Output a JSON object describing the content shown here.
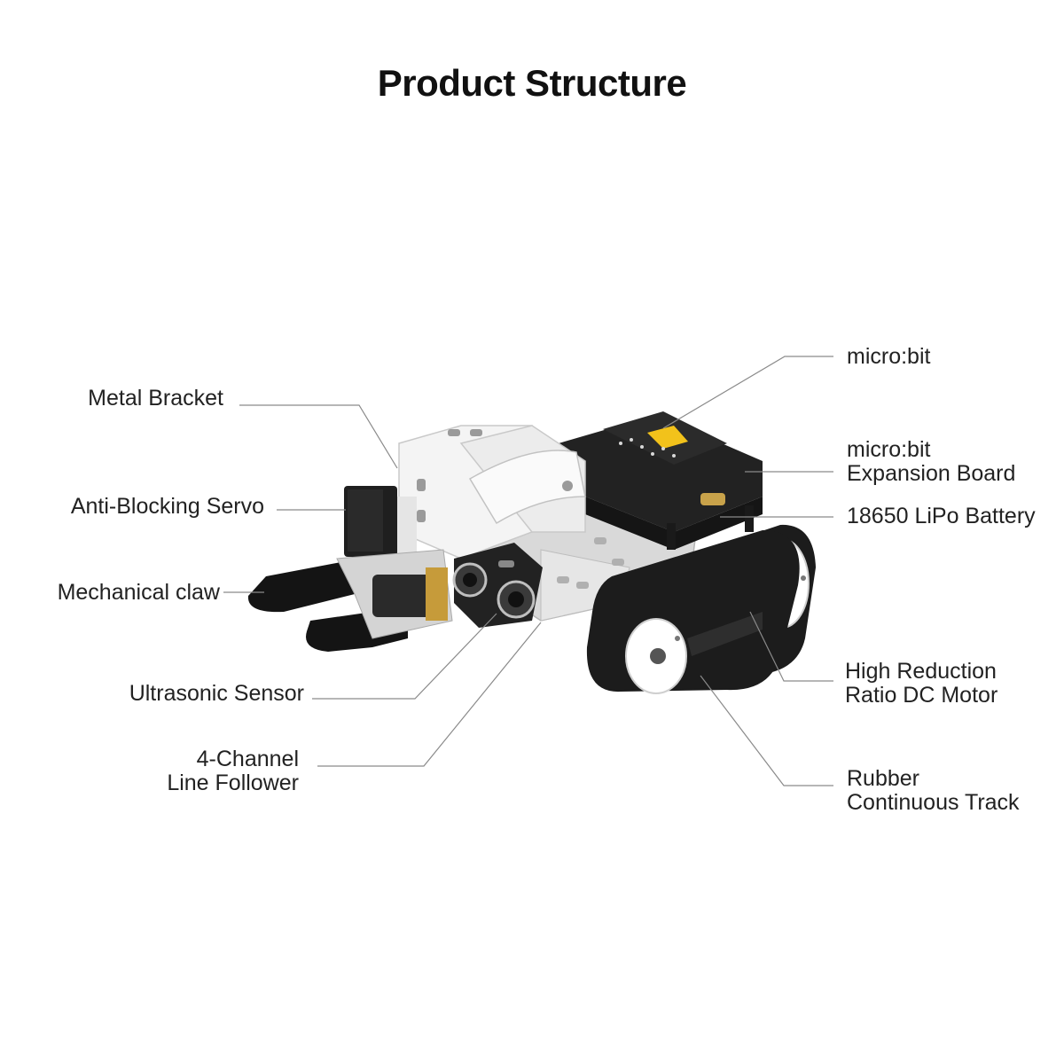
{
  "title": "Product Structure",
  "labels": {
    "metal_bracket": "Metal Bracket",
    "anti_blocking_servo": "Anti-Blocking Servo",
    "mechanical_claw": "Mechanical claw",
    "ultrasonic_sensor": "Ultrasonic Sensor",
    "line_follower": [
      "4-Channel",
      "Line Follower"
    ],
    "microbit": "micro:bit",
    "expansion_board": [
      "micro:bit",
      "Expansion Board"
    ],
    "battery": "18650 LiPo Battery",
    "dc_motor": [
      "High Reduction",
      "Ratio DC Motor"
    ],
    "track": [
      "Rubber",
      "Continuous Track"
    ]
  },
  "colors": {
    "track": "#1c1c1c",
    "chassis": "#d9d9d9",
    "bracket": "#f2f2f2",
    "board": "#222222",
    "accent": "#f2c21b"
  }
}
